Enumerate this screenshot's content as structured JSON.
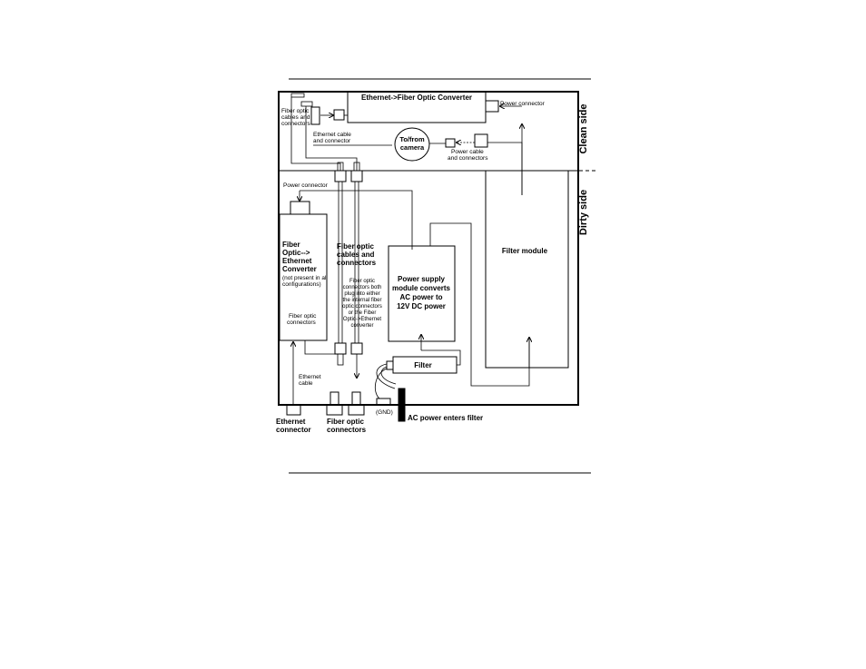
{
  "labels": {
    "eth_to_fiber": "Ethernet->Fiber Optic Converter",
    "power_connector_top": "Power connector",
    "fiber_top_1": "Fiber optic",
    "fiber_top_2": "cables and",
    "fiber_top_3": "connectors",
    "eth_cable_1": "Ethernet cable",
    "eth_cable_2": "and connector",
    "camera_1": "To/from",
    "camera_2": "camera",
    "power_cable_1": "Power cable",
    "power_cable_2": "and connectors",
    "clean_side": "Clean side",
    "dirty_side": "Dirty side",
    "power_connector_left": "Power connector",
    "fo_conv_1": "Fiber",
    "fo_conv_2": "Optic-->",
    "fo_conv_3": "Ethernet",
    "fo_conv_4": "Converter",
    "fo_conv_5": "(not present in all",
    "fo_conv_6": "configurations)",
    "fo_conv_fiber_1": "Fiber optic",
    "fo_conv_fiber_2": "connectors",
    "fiber_mid_1": "Fiber optic",
    "fiber_mid_2": "cables and",
    "fiber_mid_3": "connectors",
    "fiber_note_1": "Fiber optic",
    "fiber_note_2": "connectors both",
    "fiber_note_3": "plug into either",
    "fiber_note_4": "the internal fiber",
    "fiber_note_5": "optic connectors",
    "fiber_note_6": "or the Fiber",
    "fiber_note_7": "Optic->Ethernet",
    "fiber_note_8": "converter",
    "psu_1": "Power supply",
    "psu_2": "module converts",
    "psu_3": "AC power to",
    "psu_4": "12V DC power",
    "filter_module": "Filter module",
    "filter": "Filter",
    "eth_cable_low_1": "Ethernet",
    "eth_cable_low_2": "cable",
    "gnd": "(GND)",
    "ac_power": "AC power enters filter",
    "eth_conn_1": "Ethernet",
    "eth_conn_2": "connector",
    "fiber_conn_1": "Fiber optic",
    "fiber_conn_2": "connectors"
  }
}
